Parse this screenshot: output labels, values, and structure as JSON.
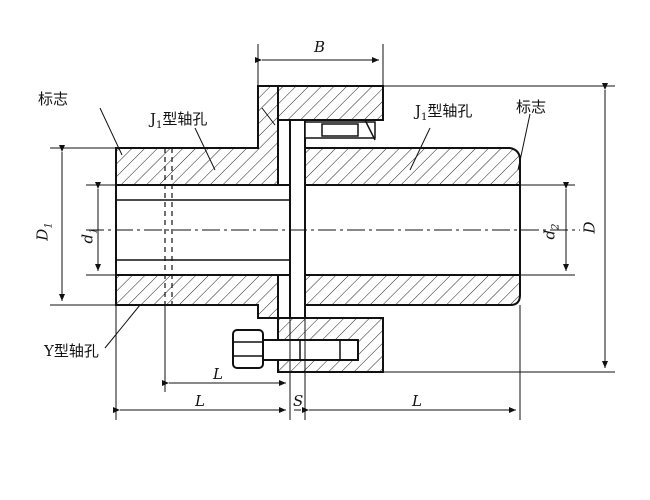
{
  "labels": {
    "mark": "标志",
    "j1_hole": "J",
    "j1_sub": "1",
    "hole_suffix": "型轴孔",
    "y_hole": "Y型轴孔"
  },
  "dimensions": {
    "B": "B",
    "D": "D",
    "D1": "D",
    "D1_sub": "1",
    "d1": "d",
    "d1_sub": "1",
    "d2": "d",
    "d2_sub": "2",
    "L": "L",
    "S": "S"
  }
}
